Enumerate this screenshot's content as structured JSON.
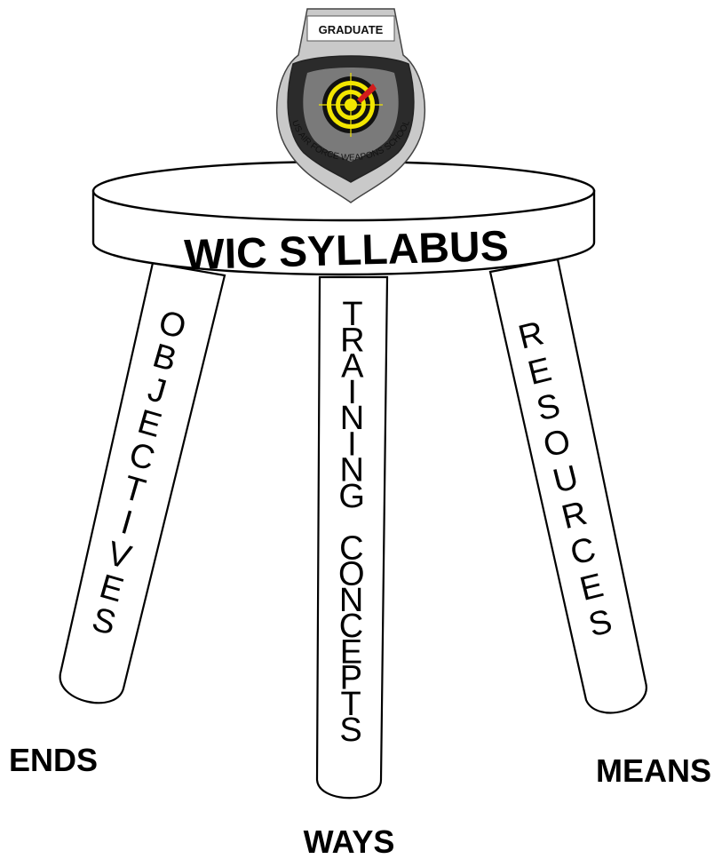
{
  "badge": {
    "top_text": "GRADUATE",
    "arc_text": "US AIR FORCE WEAPONS SCHOOL",
    "colors": {
      "shield_outer": "#c9c9c9",
      "shield_inner": "#7a7a7a",
      "shield_dark": "#2b2b2b",
      "target_yellow": "#f2e600",
      "target_black": "#111111",
      "accent_red": "#d21c1c"
    }
  },
  "seat": {
    "title": "WIC SYLLABUS"
  },
  "legs": {
    "left": "OBJECTIVES",
    "center": "TRAINING CONCEPTS",
    "right": "RESOURCES"
  },
  "labels": {
    "ends": "ENDS",
    "ways": "WAYS",
    "means": "MEANS"
  }
}
